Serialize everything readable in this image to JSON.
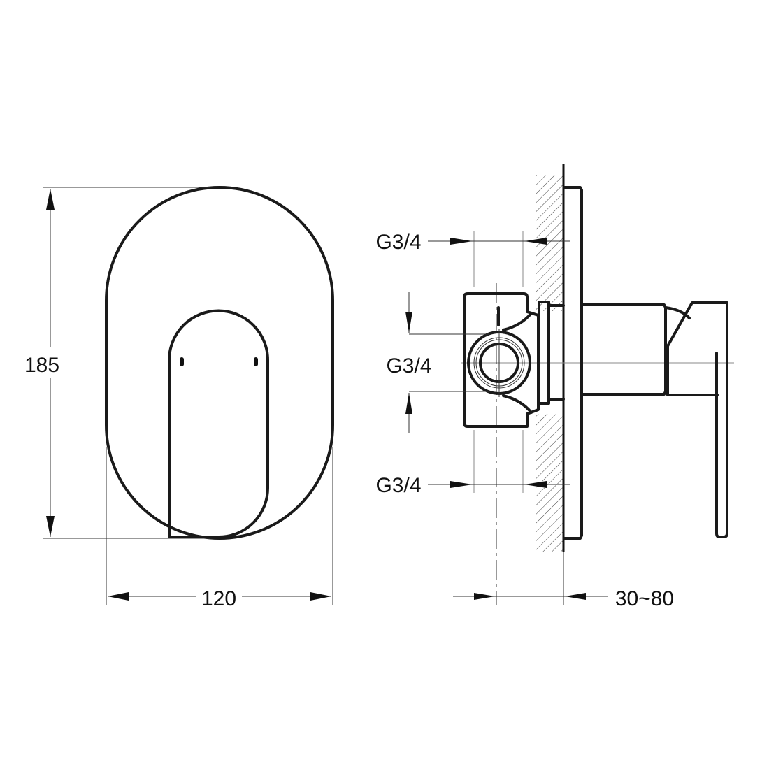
{
  "front_view": {
    "height_label": "185",
    "width_label": "120"
  },
  "side_view": {
    "inlet_top_label": "G3/4",
    "outlet_mid_label": "G3/4",
    "inlet_bottom_label": "G3/4",
    "depth_label": "30~80"
  },
  "colors": {
    "line": "#1a1a1a",
    "background": "#ffffff"
  }
}
